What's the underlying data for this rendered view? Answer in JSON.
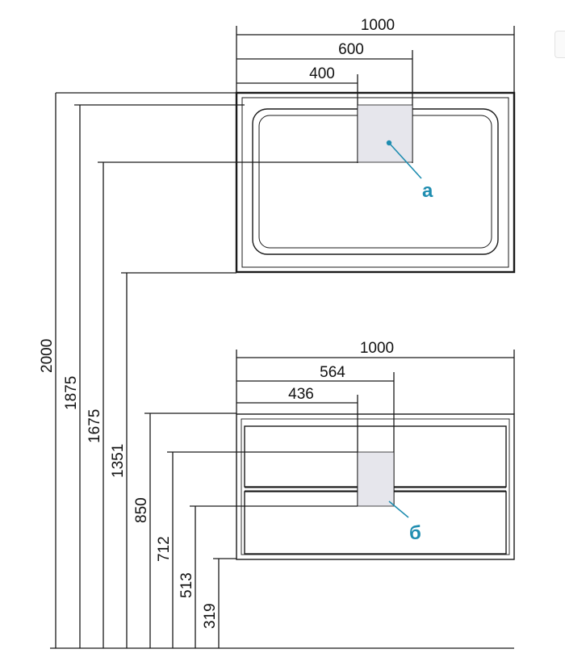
{
  "colors": {
    "line": "#1a1a1a",
    "accent": "#1f8db0",
    "highlight": "#e6e6ec"
  },
  "top_view": {
    "width_label": "1000",
    "mid_label": "600",
    "left_label": "400",
    "callout_letter": "а"
  },
  "front_view": {
    "width_label": "1000",
    "mid_label": "564",
    "left_label": "436",
    "callout_letter": "б"
  },
  "heights": [
    "2000",
    "1875",
    "1675",
    "1351",
    "850",
    "712",
    "513",
    "319"
  ]
}
